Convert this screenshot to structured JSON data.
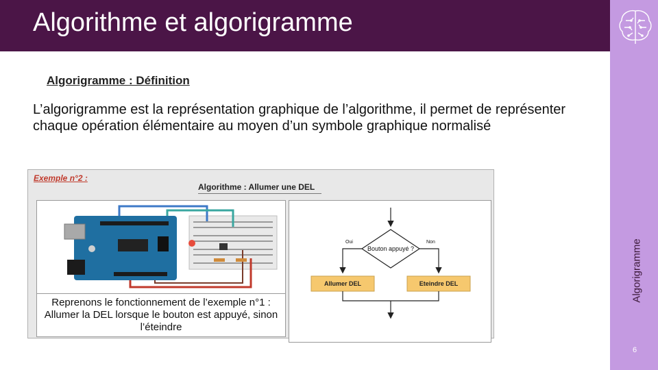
{
  "slide": {
    "title": "Algorithme et algorigramme",
    "subtitle": "Algorigramme : Définition",
    "body": "L’algorigramme est la représentation graphique de l’algorithme, il permet de représenter chaque opération élémentaire au moyen d’un symbole graphique normalisé",
    "side_label": "Algorigramme",
    "page_number": "6"
  },
  "example": {
    "label": "Exemple n°2 :",
    "title": "Algorithme : Allumer une DEL",
    "caption": "Reprenons le fonctionnement de l’exemple n°1 : Allumer la DEL lorsque le bouton est appuyé, sinon l’éteindre"
  },
  "flowchart": {
    "decision": "Bouton appuyé ?",
    "yes": "Oui",
    "no": "Non",
    "left_box": "Allumer DEL",
    "right_box": "Eteindre DEL"
  },
  "colors": {
    "header": "#4b1547",
    "sidebar": "#c49ae1",
    "flow_box": "#f6c86e"
  }
}
